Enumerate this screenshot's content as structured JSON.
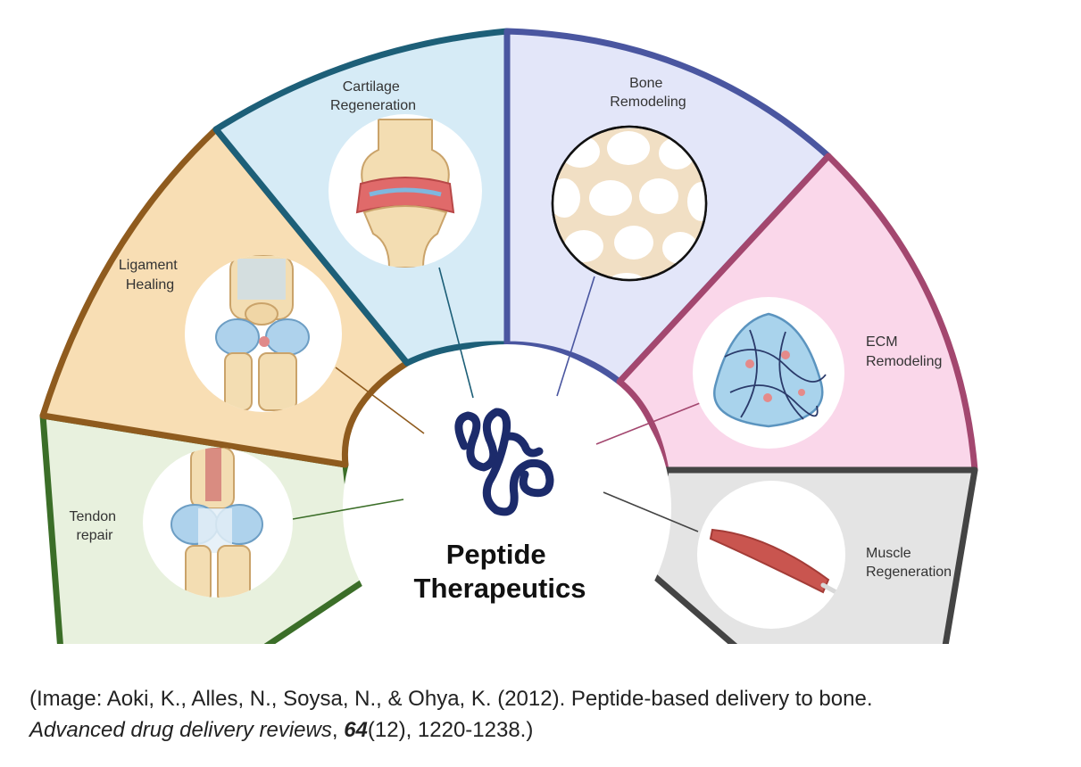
{
  "segments": [
    {
      "id": "tendon",
      "label_lines": [
        "Tendon",
        "repair"
      ],
      "fill": "#e8f1de",
      "stroke": "#3b6e28",
      "icon": "knee-tendon-icon"
    },
    {
      "id": "ligament",
      "label_lines": [
        "Ligament",
        "Healing"
      ],
      "fill": "#f8deb4",
      "stroke": "#8f5b1e",
      "icon": "knee-ligament-icon"
    },
    {
      "id": "cartilage",
      "label_lines": [
        "Cartilage",
        "Regeneration"
      ],
      "fill": "#d6ebf6",
      "stroke": "#1d5f78",
      "icon": "knee-cartilage-icon"
    },
    {
      "id": "bone",
      "label_lines": [
        "Bone",
        "Remodeling"
      ],
      "fill": "#e3e6f9",
      "stroke": "#4a56a0",
      "icon": "bone-matrix-icon"
    },
    {
      "id": "ecm",
      "label_lines": [
        "ECM",
        "Remodeling"
      ],
      "fill": "#fad7ea",
      "stroke": "#a3476f",
      "icon": "ecm-network-icon"
    },
    {
      "id": "muscle",
      "label_lines": [
        "Muscle",
        "Regeneration"
      ],
      "fill": "#e4e4e4",
      "stroke": "#444444",
      "icon": "muscle-icon"
    }
  ],
  "center": {
    "title_lines": [
      "Peptide",
      "Therapeutics"
    ],
    "logo": "peptide-chain-icon",
    "logo_color": "#1c2b6b"
  },
  "caption": {
    "open_paren": "(",
    "prefix": "Image:",
    "citation": " Aoki, K., Alles, N., Soysa, N., & Ohya, K. (2012). Peptide-based delivery to bone.",
    "journal": "Advanced drug delivery reviews",
    "sep": ", ",
    "volume": "64",
    "rest": "(12), 1220-1238.)"
  }
}
